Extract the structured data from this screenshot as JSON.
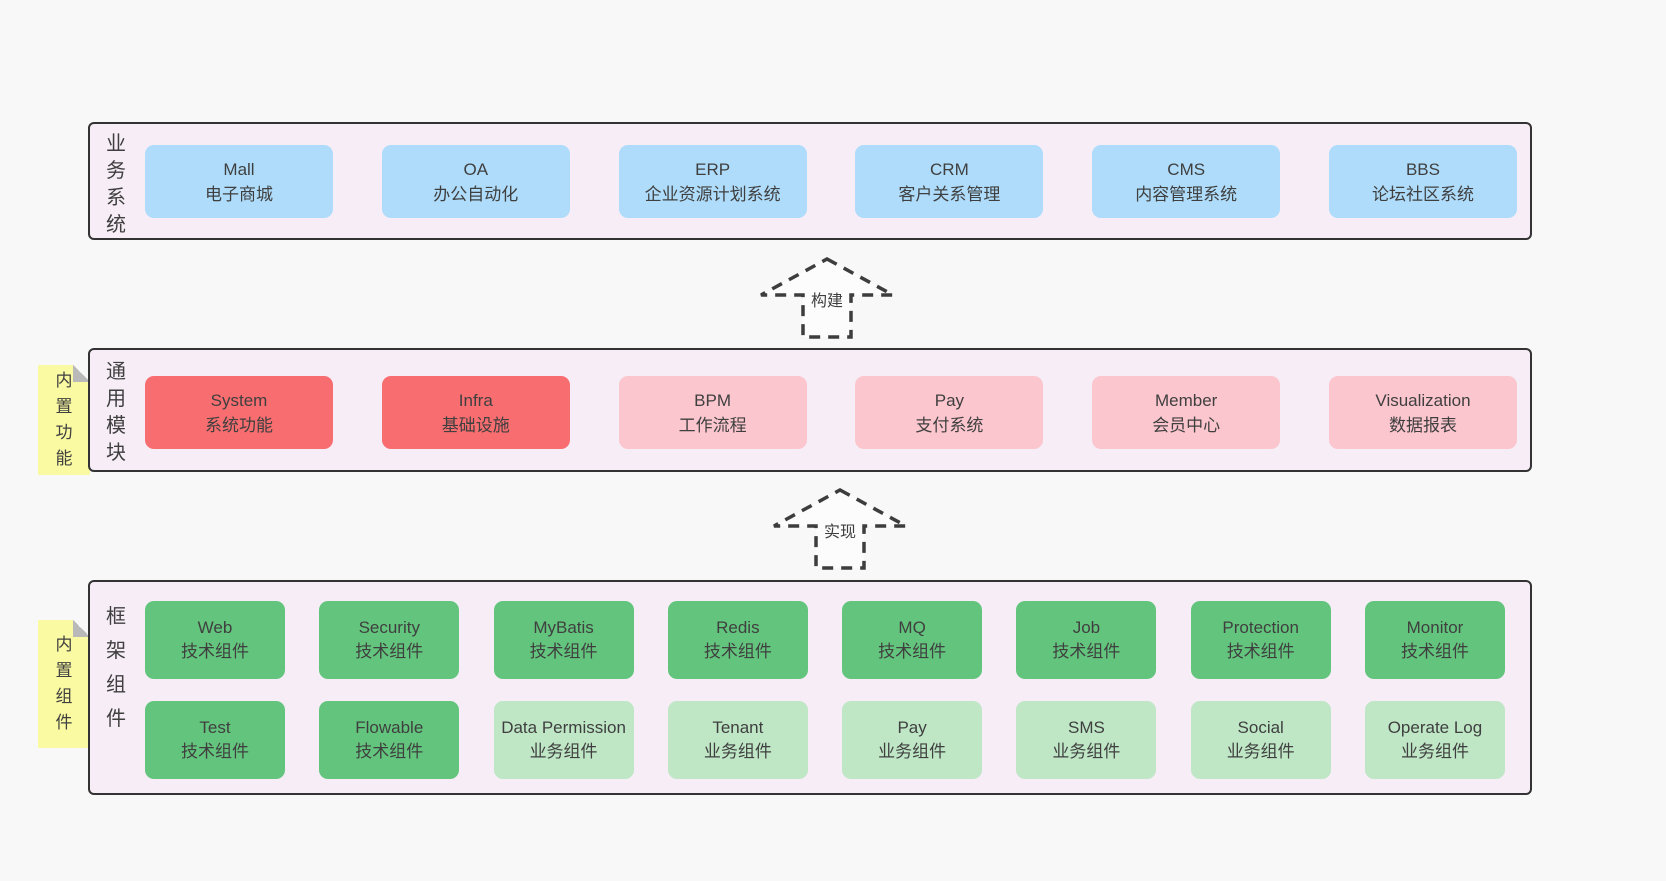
{
  "diagram": {
    "colors": {
      "page_background": "#f8f8f8",
      "band_background": "#f7edf6",
      "band_border": "#333333",
      "blue_box": "#aedcfa",
      "red_box": "#f76d70",
      "pink_box": "#fbc6ce",
      "green_dark_box": "#63c57d",
      "green_light_box": "#bfe7c6",
      "note_yellow": "#fafaa2",
      "text": "#3f3f3f"
    },
    "bands": [
      {
        "id": "business-systems",
        "label": "业务系统",
        "boxes": [
          {
            "title": "Mall",
            "subtitle": "电子商城",
            "variant": "blue"
          },
          {
            "title": "OA",
            "subtitle": "办公自动化",
            "variant": "blue"
          },
          {
            "title": "ERP",
            "subtitle": "企业资源计划系统",
            "variant": "blue"
          },
          {
            "title": "CRM",
            "subtitle": "客户关系管理",
            "variant": "blue"
          },
          {
            "title": "CMS",
            "subtitle": "内容管理系统",
            "variant": "blue"
          },
          {
            "title": "BBS",
            "subtitle": "论坛社区系统",
            "variant": "blue"
          }
        ]
      },
      {
        "id": "common-modules",
        "label": "通用模块",
        "note": "内置功能",
        "boxes": [
          {
            "title": "System",
            "subtitle": "系统功能",
            "variant": "red"
          },
          {
            "title": "Infra",
            "subtitle": "基础设施",
            "variant": "red"
          },
          {
            "title": "BPM",
            "subtitle": "工作流程",
            "variant": "pink"
          },
          {
            "title": "Pay",
            "subtitle": "支付系统",
            "variant": "pink"
          },
          {
            "title": "Member",
            "subtitle": "会员中心",
            "variant": "pink"
          },
          {
            "title": "Visualization",
            "subtitle": "数据报表",
            "variant": "pink"
          }
        ]
      },
      {
        "id": "framework-components",
        "label": "框架组件",
        "note": "内置组件",
        "boxes": [
          {
            "title": "Web",
            "subtitle": "技术组件",
            "variant": "green-dark"
          },
          {
            "title": "Security",
            "subtitle": "技术组件",
            "variant": "green-dark"
          },
          {
            "title": "MyBatis",
            "subtitle": "技术组件",
            "variant": "green-dark"
          },
          {
            "title": "Redis",
            "subtitle": "技术组件",
            "variant": "green-dark"
          },
          {
            "title": "MQ",
            "subtitle": "技术组件",
            "variant": "green-dark"
          },
          {
            "title": "Job",
            "subtitle": "技术组件",
            "variant": "green-dark"
          },
          {
            "title": "Protection",
            "subtitle": "技术组件",
            "variant": "green-dark"
          },
          {
            "title": "Monitor",
            "subtitle": "技术组件",
            "variant": "green-dark"
          },
          {
            "title": "Test",
            "subtitle": "技术组件",
            "variant": "green-dark"
          },
          {
            "title": "Flowable",
            "subtitle": "技术组件",
            "variant": "green-dark"
          },
          {
            "title": "Data Permission",
            "subtitle": "业务组件",
            "variant": "green-light"
          },
          {
            "title": "Tenant",
            "subtitle": "业务组件",
            "variant": "green-light"
          },
          {
            "title": "Pay",
            "subtitle": "业务组件",
            "variant": "green-light"
          },
          {
            "title": "SMS",
            "subtitle": "业务组件",
            "variant": "green-light"
          },
          {
            "title": "Social",
            "subtitle": "业务组件",
            "variant": "green-light"
          },
          {
            "title": "Operate Log",
            "subtitle": "业务组件",
            "variant": "green-light"
          }
        ]
      }
    ],
    "arrows": [
      {
        "label": "构建"
      },
      {
        "label": "实现"
      }
    ]
  }
}
